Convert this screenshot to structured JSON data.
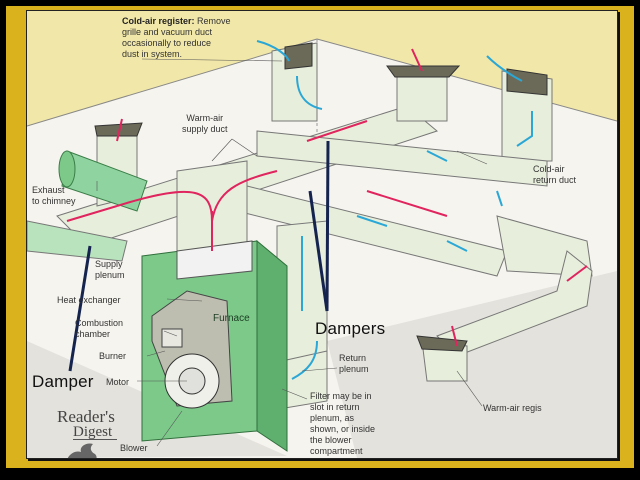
{
  "colors": {
    "frame": "#d9b21e",
    "wall": "#f1e7a8",
    "duct": "#e7eedb",
    "furnace": "#7cc98a",
    "warm_arrow": "#e0245e",
    "cold_arrow": "#2aa7d6",
    "pointer": "#15234f"
  },
  "callouts": {
    "cold_air_register_title": "Cold-air register:",
    "cold_air_register_text": [
      " Remove",
      "grille and vacuum duct",
      "occasionally to reduce",
      "dust in system."
    ],
    "warm_air_supply_duct": [
      "Warm-air",
      "supply duct"
    ],
    "exhaust": [
      "Exhaust",
      "to chimney"
    ],
    "supply_plenum": [
      "Supply",
      "plenum"
    ],
    "heat_exchanger": "Heat exchanger",
    "combustion_chamber": [
      "Combustion",
      "chamber"
    ],
    "burner": "Burner",
    "motor": "Motor",
    "blower": "Blower",
    "furnace": "Furnace",
    "return_plenum": [
      "Return",
      "plenum"
    ],
    "filter": [
      "Filter may be in",
      "slot in return",
      "plenum, as",
      "shown, or inside",
      "the blower",
      "compartment"
    ],
    "cold_air_return_duct": [
      "Cold-air",
      "return duct"
    ],
    "warm_air_register": "Warm-air regis"
  },
  "annotations": {
    "dampers": "Dampers",
    "damper": "Damper"
  },
  "logo": {
    "line1": "Reader's",
    "line2": "Digest",
    "icon": "pegasus-icon"
  }
}
